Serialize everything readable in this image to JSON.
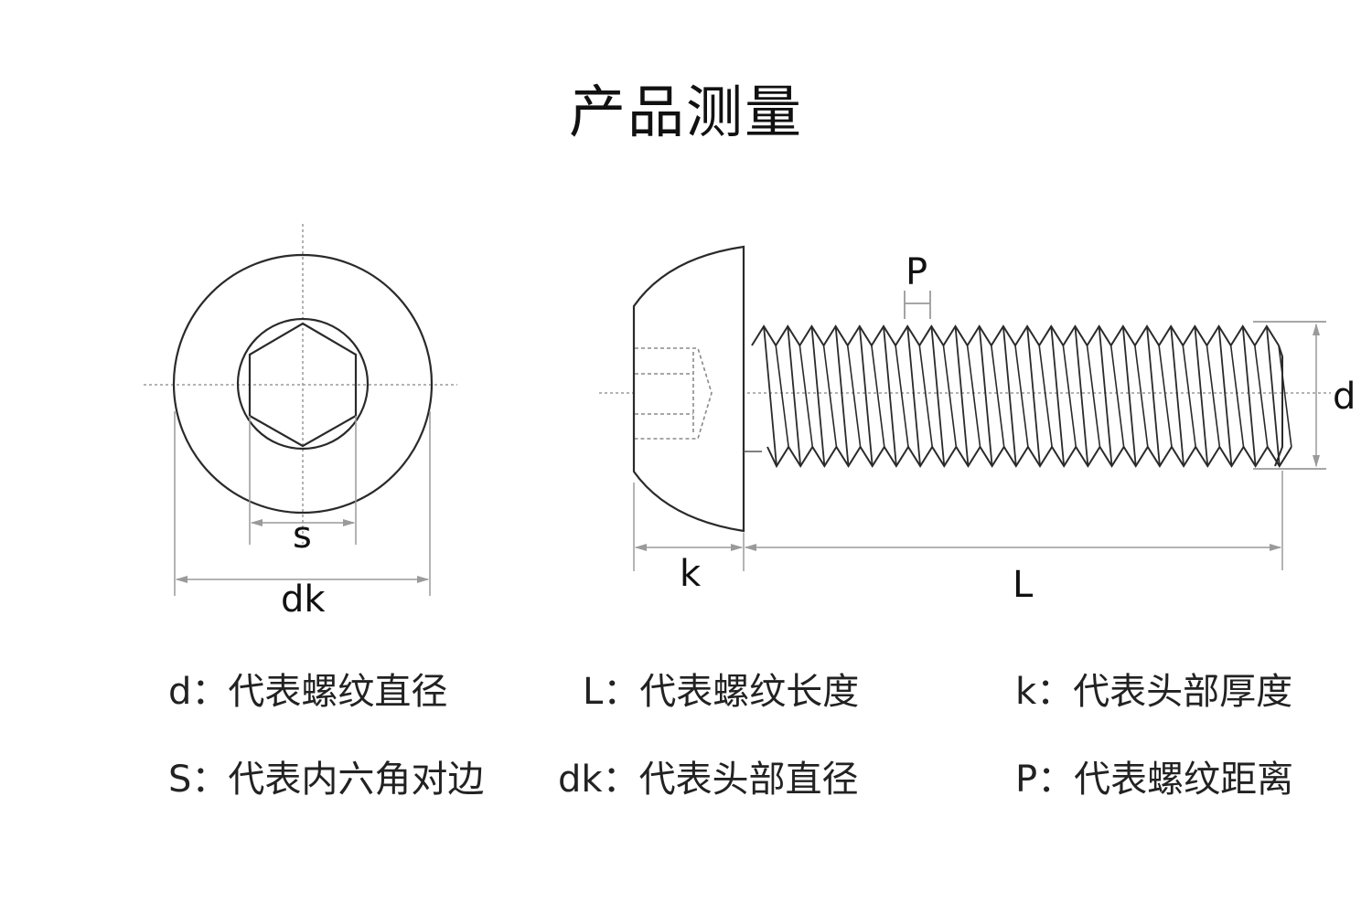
{
  "title": "产品测量",
  "diagram": {
    "front_view": {
      "labels": {
        "s": "s",
        "dk": "dk"
      }
    },
    "side_view": {
      "labels": {
        "P": "P",
        "k": "k",
        "L": "L",
        "d": "d"
      },
      "thread_count": 22
    }
  },
  "legend": [
    {
      "symbol": "d",
      "text": "代表螺纹直径"
    },
    {
      "symbol": "L",
      "text": "代表螺纹长度"
    },
    {
      "symbol": "k",
      "text": "代表头部厚度"
    },
    {
      "symbol": "S",
      "text": "代表内六角对边"
    },
    {
      "symbol": "dk",
      "text": "代表头部直径"
    },
    {
      "symbol": "P",
      "text": "代表螺纹距离"
    }
  ],
  "legend_separator": "：",
  "colors": {
    "outline": "#2a2a2a",
    "dimension": "#9a9a9a",
    "centerline": "#9a9a9a"
  }
}
